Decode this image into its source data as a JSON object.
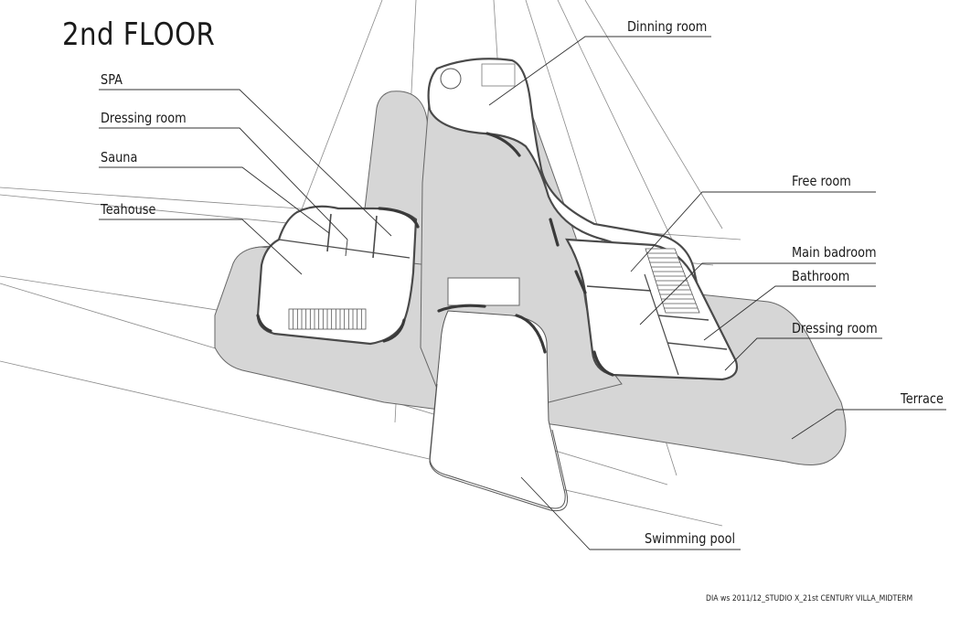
{
  "title": "2nd FLOOR",
  "labels": {
    "dinning_room": "Dinning room",
    "spa": "SPA",
    "dressing_room_left": "Dressing room",
    "sauna": "Sauna",
    "teahouse": "Teahouse",
    "free_room": "Free room",
    "main_badroom": "Main badroom",
    "bathroom": "Bathroom",
    "dressing_room_right": "Dressing room",
    "terrace": "Terrace",
    "swimming_pool": "Swimming pool"
  },
  "credit": "DIA ws 2011/12_STUDIO X_21st CENTURY VILLA_MIDTERM",
  "colors": {
    "slab": "#d6d6d6",
    "line": "#555555",
    "wall": "#4a4a4a",
    "text": "#1a1a1a"
  }
}
